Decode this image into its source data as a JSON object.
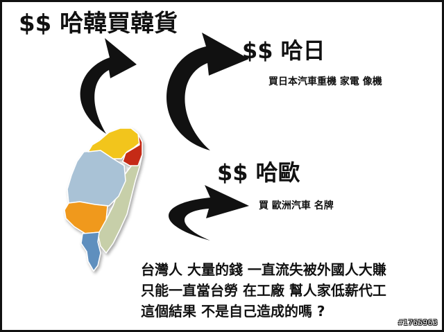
{
  "headings": {
    "korea": "$$ 哈韓買韓貨",
    "japan": "$$ 哈日",
    "europe": "$$ 哈歐"
  },
  "notes": {
    "japan": "買日本汽車重機  家電  像機",
    "europe": "買  歐洲汽車  名牌"
  },
  "message": [
    "台灣人  大量的錢  一直流失被外國人大賺",
    "只能一直當台勞  在工廠  幫人家低薪代工",
    "這個結果  不是自己造成的嗎  ?"
  ],
  "watermark": "#1765963",
  "map_colors": {
    "north_yellow": "#f2c51f",
    "taipei_red": "#c52a12",
    "central_blue": "#a9c2d6",
    "east_sage": "#c7cfa9",
    "south_orange": "#f0991c",
    "southwest_blue": "#5f8fbe"
  }
}
